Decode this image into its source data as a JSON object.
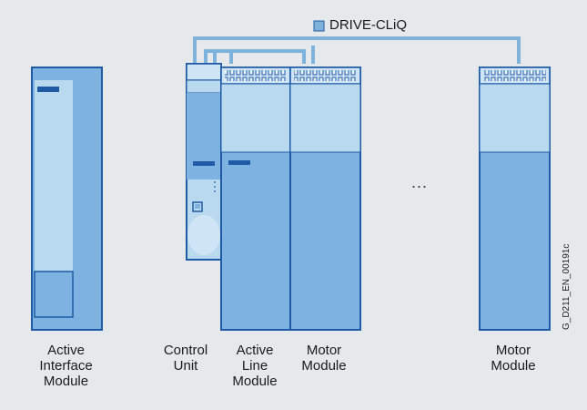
{
  "legend": {
    "label": "DRIVE-CLiQ"
  },
  "modules": [
    {
      "label": "Active\nInterface\nModule"
    },
    {
      "label": "Control\nUnit"
    },
    {
      "label": "Active\nLine\nModule"
    },
    {
      "label": "Motor\nModule"
    },
    {
      "label": "Motor\nModule"
    }
  ],
  "ellipsis": "...",
  "figure_code": "G_D211_EN_00191c",
  "colors": {
    "background": "#e6e9eb",
    "module_border": "#1f5aa6",
    "module_top": "#b9d9ef",
    "module_body": "#7eb3e1",
    "cable": "#7fb3dc",
    "cable_legend_fill": "#7fb3dc"
  }
}
